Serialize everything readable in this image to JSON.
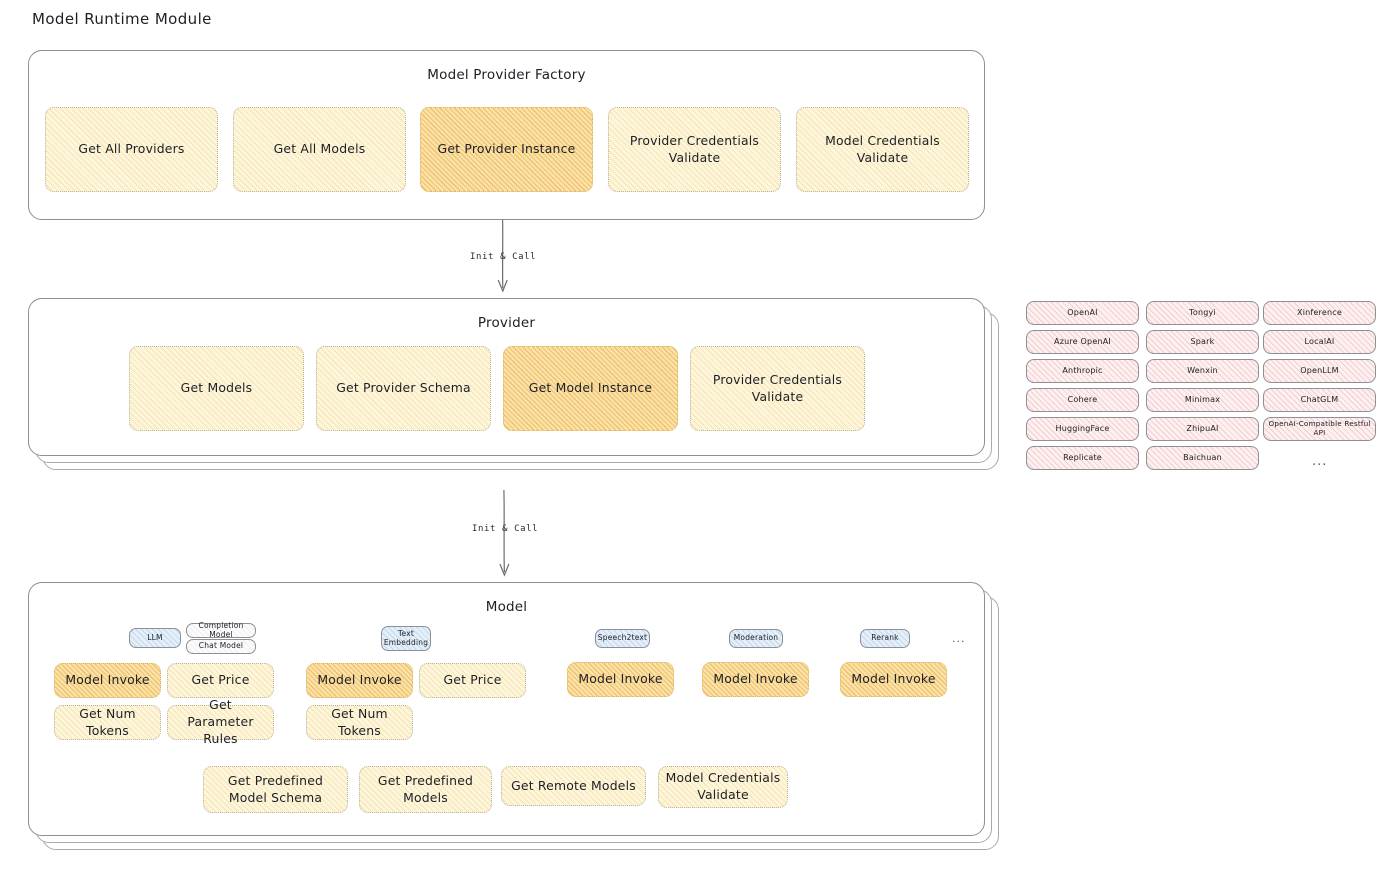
{
  "page": {
    "title": "Model Runtime Module"
  },
  "factory": {
    "title": "Model Provider Factory",
    "functions": [
      {
        "label": "Get All Providers",
        "highlighted": false
      },
      {
        "label": "Get All Models",
        "highlighted": false
      },
      {
        "label": "Get Provider Instance",
        "highlighted": true
      },
      {
        "label": "Provider Credentials Validate",
        "highlighted": false
      },
      {
        "label": "Model Credentials Validate",
        "highlighted": false
      }
    ]
  },
  "arrow_factory_to_provider": {
    "label": "Init & Call"
  },
  "provider": {
    "title": "Provider",
    "functions": [
      {
        "label": "Get Models",
        "highlighted": false
      },
      {
        "label": "Get Provider Schema",
        "highlighted": false
      },
      {
        "label": "Get Model Instance",
        "highlighted": true
      },
      {
        "label": "Provider Credentials Validate",
        "highlighted": false
      }
    ]
  },
  "arrow_provider_to_model": {
    "label": "Init & Call"
  },
  "provider_list": {
    "column1": [
      "OpenAI",
      "Azure OpenAI",
      "Anthropic",
      "Cohere",
      "HuggingFace",
      "Replicate"
    ],
    "column2": [
      "Tongyi",
      "Spark",
      "Wenxin",
      "Minimax",
      "ZhipuAI",
      "Baichuan"
    ],
    "column3": [
      "Xinference",
      "LocalAI",
      "OpenLLM",
      "ChatGLM",
      "OpenAI-Compatible Restful API"
    ],
    "more": "..."
  },
  "model": {
    "title": "Model",
    "more": "...",
    "types": [
      {
        "name": "LLM",
        "sub": [
          "Completion Model",
          "Chat Model"
        ],
        "functions": [
          {
            "label": "Model Invoke",
            "highlighted": true
          },
          {
            "label": "Get Price",
            "highlighted": false
          },
          {
            "label": "Get Num Tokens",
            "highlighted": false
          },
          {
            "label": "Get Parameter Rules",
            "highlighted": false
          }
        ]
      },
      {
        "name": "Text Embedding",
        "sub": [],
        "functions": [
          {
            "label": "Model Invoke",
            "highlighted": true
          },
          {
            "label": "Get Price",
            "highlighted": false
          },
          {
            "label": "Get Num Tokens",
            "highlighted": false
          }
        ]
      },
      {
        "name": "Speech2text",
        "sub": [],
        "functions": [
          {
            "label": "Model Invoke",
            "highlighted": true
          }
        ]
      },
      {
        "name": "Moderation",
        "sub": [],
        "functions": [
          {
            "label": "Model Invoke",
            "highlighted": true
          }
        ]
      },
      {
        "name": "Rerank",
        "sub": [],
        "functions": [
          {
            "label": "Model Invoke",
            "highlighted": true
          }
        ]
      }
    ],
    "common_functions": [
      "Get Predefined Model Schema",
      "Get Predefined Models",
      "Get Remote Models",
      "Model Credentials Validate"
    ]
  },
  "colors": {
    "fill_yellow": "#fdf6de",
    "fill_yellow_hot": "#fae2ac",
    "fill_pink": "#fdf0f0",
    "fill_blue": "#e4eff9",
    "stroke": "#8d8f96"
  }
}
